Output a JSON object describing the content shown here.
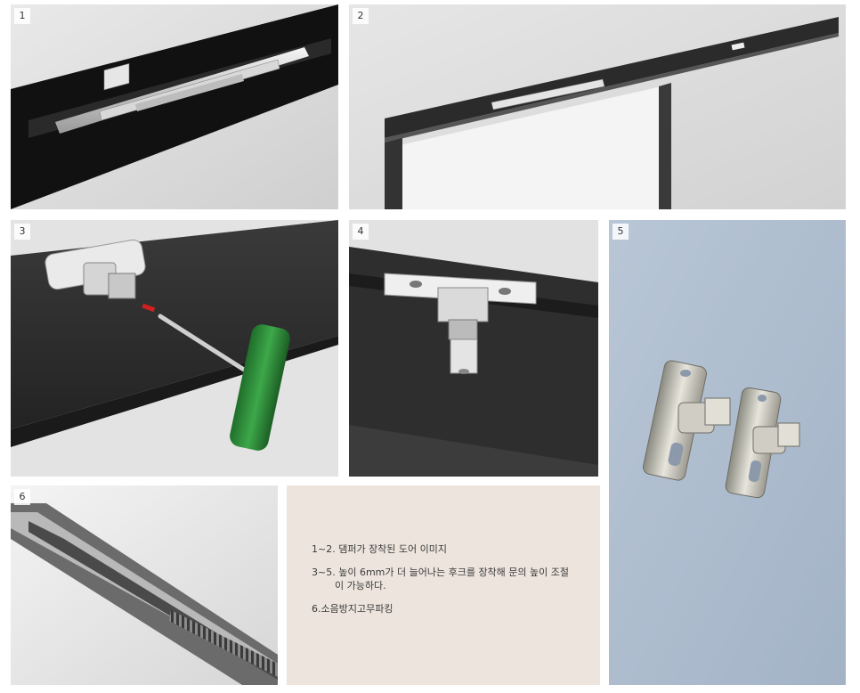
{
  "panels": {
    "p1": {
      "number": "1",
      "image": "damper-in-track-closeup"
    },
    "p2": {
      "number": "2",
      "image": "door-frame-with-damper"
    },
    "p3": {
      "number": "3",
      "image": "hook-installation-with-wrench"
    },
    "p4": {
      "number": "4",
      "image": "hook-mounted-under-track"
    },
    "p5": {
      "number": "5",
      "image": "height-adjustment-hooks-photo"
    },
    "p6": {
      "number": "6",
      "image": "noise-reduction-rubber-packing-photo"
    }
  },
  "description": {
    "line1": "1~2. 댐퍼가 장착된 도어 이미지",
    "line2a": "3~5. 높이 6mm가 더 늘어나는 후크를 장착해 문의 높이 조절",
    "line2b": "이 가능하다.",
    "line3": "6.소음방지고무파킹"
  },
  "colors": {
    "description_bg": "#ede5dd",
    "wrench_handle": "#2f8a3a",
    "track_black": "#1a1a1a"
  }
}
